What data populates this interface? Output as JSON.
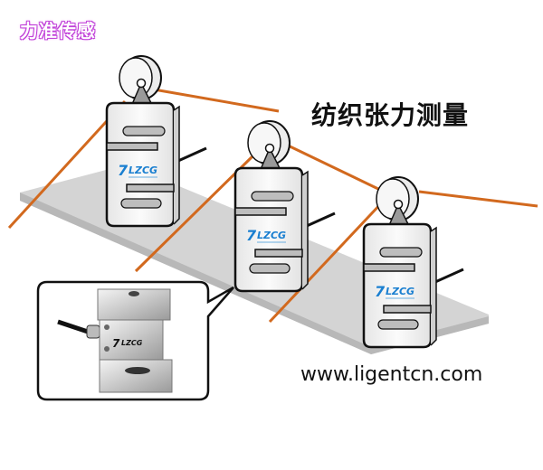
{
  "brand": {
    "label": "力准传感"
  },
  "title": {
    "label": "纺织张力测量"
  },
  "footer": {
    "url": "www.ligentcn.com"
  },
  "sensors": [
    {
      "logo": "LZCG",
      "position": "left"
    },
    {
      "logo": "LZCG",
      "position": "middle"
    },
    {
      "logo": "LZCG",
      "position": "right"
    }
  ],
  "inset": {
    "logo": "LZCG",
    "description": "S-type load cell photo"
  },
  "colors": {
    "brand": "#c040d8",
    "thread": "#d2691e",
    "platform": "#d4d4d4",
    "platform_edge": "#b8b8b8",
    "logo": "#1a7fd0",
    "outline": "#111111"
  }
}
